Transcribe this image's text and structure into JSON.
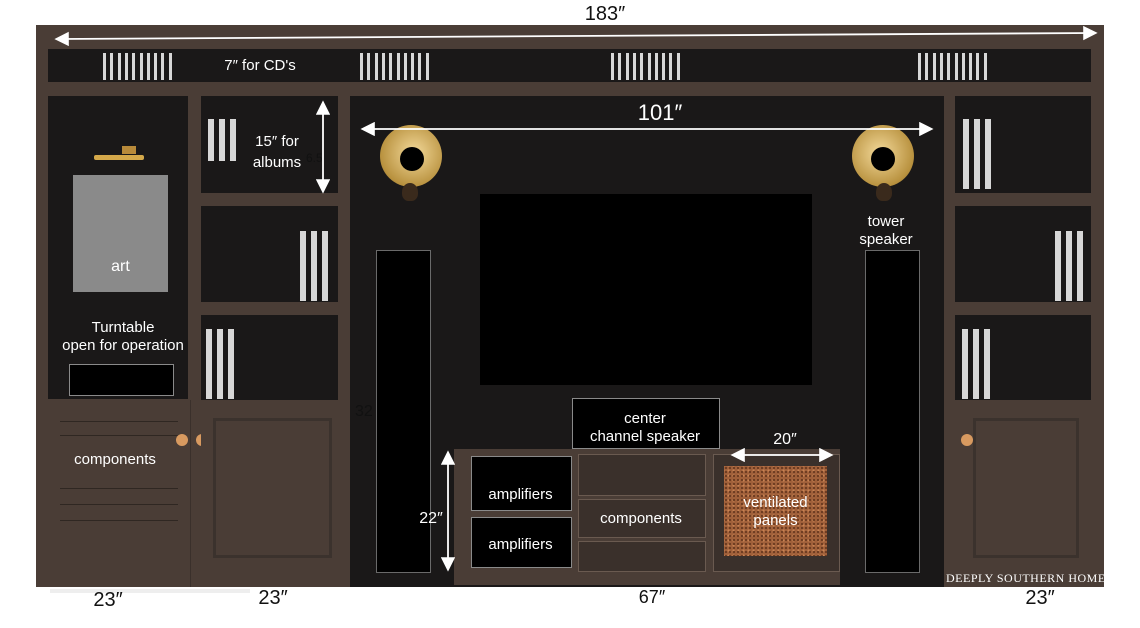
{
  "dimensions": {
    "total_width": "183″",
    "cd_shelf": "7″ for CD's",
    "album_shelf_line1": "15″ for",
    "album_shelf_line2": "albums",
    "album_side": "6.5",
    "tv_span": "101″",
    "speaker_height": "32",
    "console_height": "22″",
    "panel_width": "20″",
    "bottom_left_1": "23″",
    "bottom_left_2": "23″",
    "bottom_center": "67″",
    "bottom_right": "23″"
  },
  "labels": {
    "art": "art",
    "turntable_line1": "Turntable",
    "turntable_line2": "open for operation",
    "components_left": "components",
    "tower_line1": "tower",
    "tower_line2": "speaker",
    "center_line1": "center",
    "center_line2": "channel speaker",
    "amplifiers_1": "amplifiers",
    "amplifiers_2": "amplifiers",
    "components_center": "components",
    "ventilated_line1": "ventilated",
    "ventilated_line2": "panels"
  },
  "brand": "DEEPLY SOUTHERN HOME",
  "colors": {
    "cabinet": "#4a3d36",
    "interior": "#1a1818",
    "art": "#8a8a8a",
    "knob": "#d89a60",
    "panel": "#a0603a"
  }
}
